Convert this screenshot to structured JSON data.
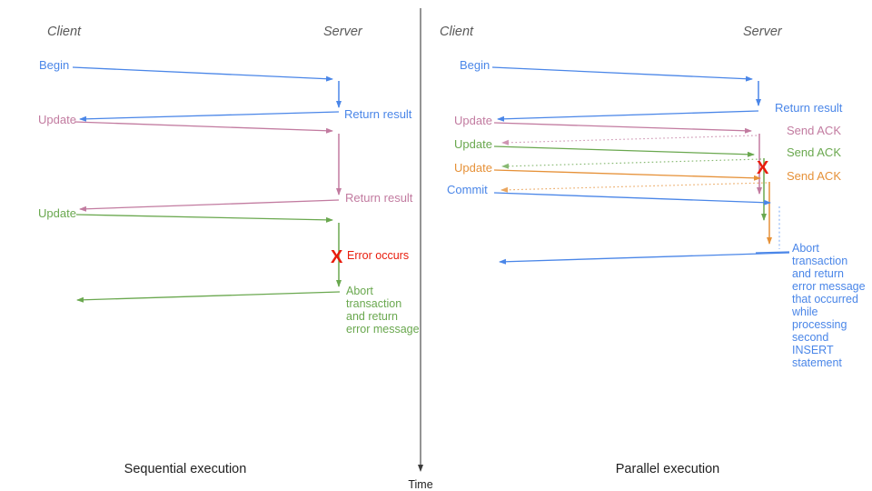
{
  "colors": {
    "blue": "#4a86e8",
    "pink": "#c27ba0",
    "green": "#6aa84f",
    "orange": "#e69138",
    "red": "#e81c0c",
    "header": "#595959",
    "title": "#1f1f1f",
    "axis": "#3c3c3c",
    "lightblue": "#7baaf7"
  },
  "time_axis": {
    "label": "Time"
  },
  "left": {
    "title": "Sequential execution",
    "client_label": "Client",
    "server_label": "Server",
    "messages": {
      "begin": "Begin",
      "return1": "Return result",
      "update1": "Update",
      "return2": "Return result",
      "update2": "Update"
    },
    "error": {
      "x": "X",
      "label": "Error occurs"
    },
    "abort_lines": [
      "Abort",
      "transaction",
      "and return",
      "error message"
    ]
  },
  "right": {
    "title": "Parallel execution",
    "client_label": "Client",
    "server_label": "Server",
    "messages": {
      "begin": "Begin",
      "return1": "Return result",
      "update1": "Update",
      "ack1": "Send ACK",
      "update2": "Update",
      "ack2": "Send ACK",
      "update3": "Update",
      "ack3": "Send ACK",
      "commit": "Commit"
    },
    "error": {
      "x": "X"
    },
    "abort_lines": [
      "Abort",
      "transaction",
      "and return",
      "error message",
      "that occurred",
      "while",
      "processing",
      "second",
      "INSERT",
      "statement"
    ]
  }
}
